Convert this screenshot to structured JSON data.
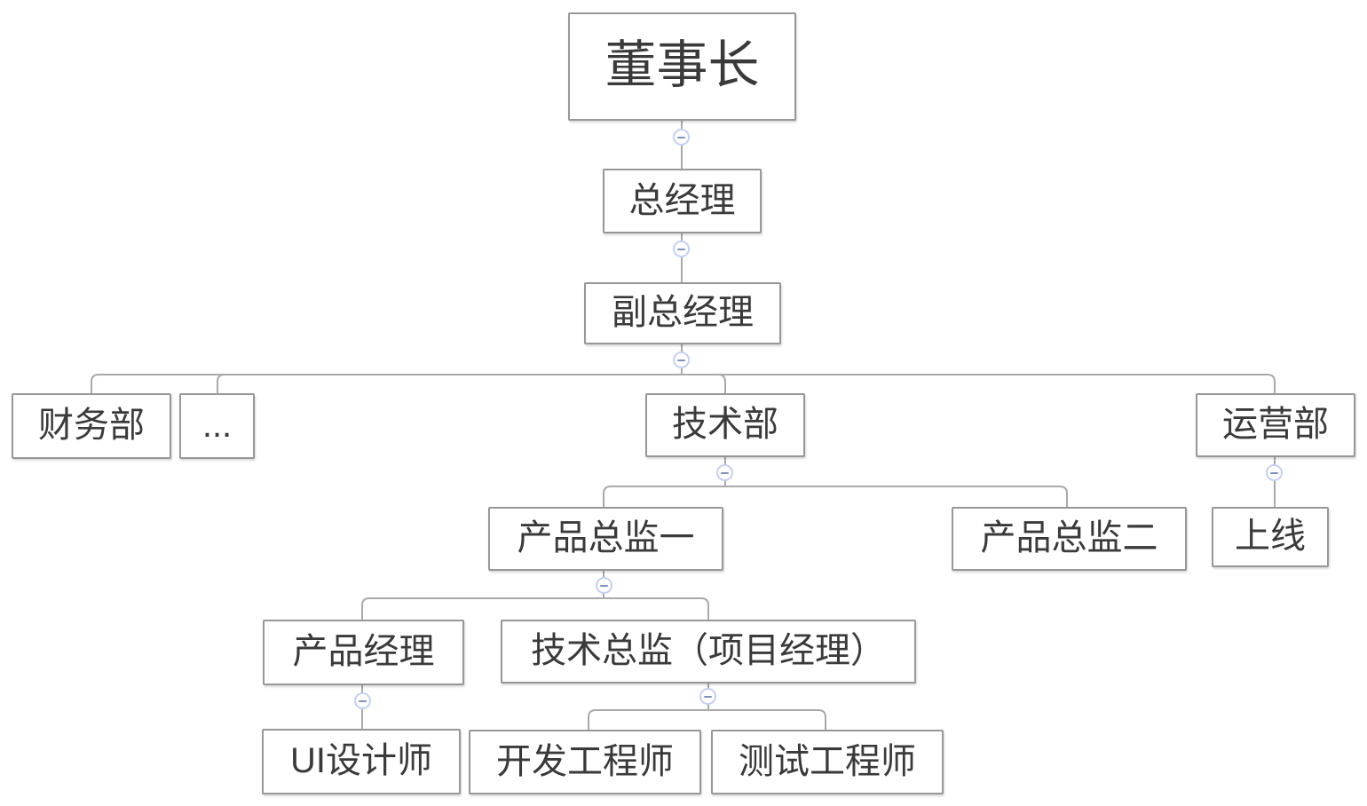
{
  "org_chart": {
    "type": "tree",
    "nodes": [
      {
        "id": "chairman",
        "label": "董事长",
        "level": 1,
        "parent": null
      },
      {
        "id": "general-manager",
        "label": "总经理",
        "level": 2,
        "parent": "chairman"
      },
      {
        "id": "deputy-general-manager",
        "label": "副总经理",
        "level": 3,
        "parent": "general-manager"
      },
      {
        "id": "finance-dept",
        "label": "财务部",
        "level": 4,
        "parent": "deputy-general-manager"
      },
      {
        "id": "more-depts",
        "label": "...",
        "level": 4,
        "parent": "deputy-general-manager"
      },
      {
        "id": "tech-dept",
        "label": "技术部",
        "level": 4,
        "parent": "deputy-general-manager"
      },
      {
        "id": "operations-dept",
        "label": "运营部",
        "level": 4,
        "parent": "deputy-general-manager"
      },
      {
        "id": "product-director-1",
        "label": "产品总监一",
        "level": 5,
        "parent": "tech-dept"
      },
      {
        "id": "product-director-2",
        "label": "产品总监二",
        "level": 5,
        "parent": "tech-dept"
      },
      {
        "id": "go-live",
        "label": "上线",
        "level": 5,
        "parent": "operations-dept"
      },
      {
        "id": "product-manager",
        "label": "产品经理",
        "level": 6,
        "parent": "product-director-1"
      },
      {
        "id": "tech-director",
        "label": "技术总监（项目经理）",
        "level": 6,
        "parent": "product-director-1"
      },
      {
        "id": "ui-designer",
        "label": "UI设计师",
        "level": 7,
        "parent": "product-manager"
      },
      {
        "id": "dev-engineer",
        "label": "开发工程师",
        "level": 7,
        "parent": "tech-director"
      },
      {
        "id": "test-engineer",
        "label": "测试工程师",
        "level": 7,
        "parent": "tech-director"
      }
    ],
    "collapse_toggles": {
      "state": "expanded",
      "on_nodes": [
        "chairman",
        "general-manager",
        "deputy-general-manager",
        "tech-dept",
        "operations-dept",
        "product-director-1",
        "product-manager",
        "tech-director"
      ]
    },
    "colors": {
      "canvas_background": "#ffffff",
      "box_background": "#ffffff",
      "box_border": "#979797",
      "connector_line": "#a9a9a9",
      "text": "#3a3a3a",
      "toggle_ring": "#c6d0f0",
      "toggle_minus": "#8091ba"
    }
  }
}
